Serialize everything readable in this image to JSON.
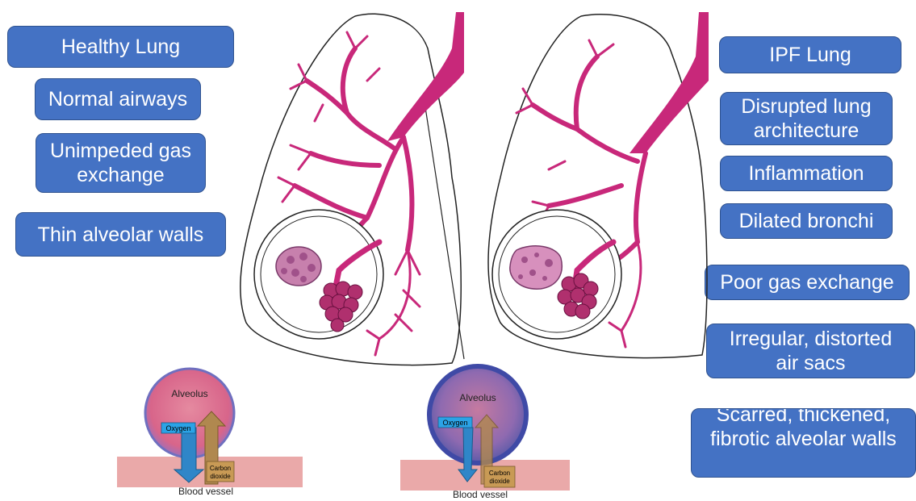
{
  "healthy": {
    "title": "Healthy Lung",
    "features": [
      "Normal airways",
      "Unimpeded gas exchange",
      "Thin alveolar walls"
    ],
    "alveolus_label": "Alveolus",
    "oxygen_label": "Oxygen",
    "co2_label": "Carbon dioxide",
    "vessel_label": "Blood vessel"
  },
  "ipf": {
    "title": "IPF Lung",
    "features": [
      "Disrupted lung architecture",
      "Inflammation",
      "Dilated bronchi",
      "Poor gas exchange",
      "Irregular, distorted air sacs",
      "Scarred, thickened, fibrotic alveolar walls"
    ],
    "alveolus_label": "Alveolus",
    "oxygen_label": "Oxygen",
    "co2_label": "Carbon dioxide",
    "vessel_label": "Blood vessel"
  },
  "colors": {
    "label_fill": "#4472c4",
    "label_border": "#2f528f",
    "airway": "#c8287a",
    "alveoli": "#b0306e",
    "healthy_alveolus": "#d86e8e",
    "ipf_alveolus": "#7e6aae",
    "blood_vessel": "#e8a0a0"
  }
}
